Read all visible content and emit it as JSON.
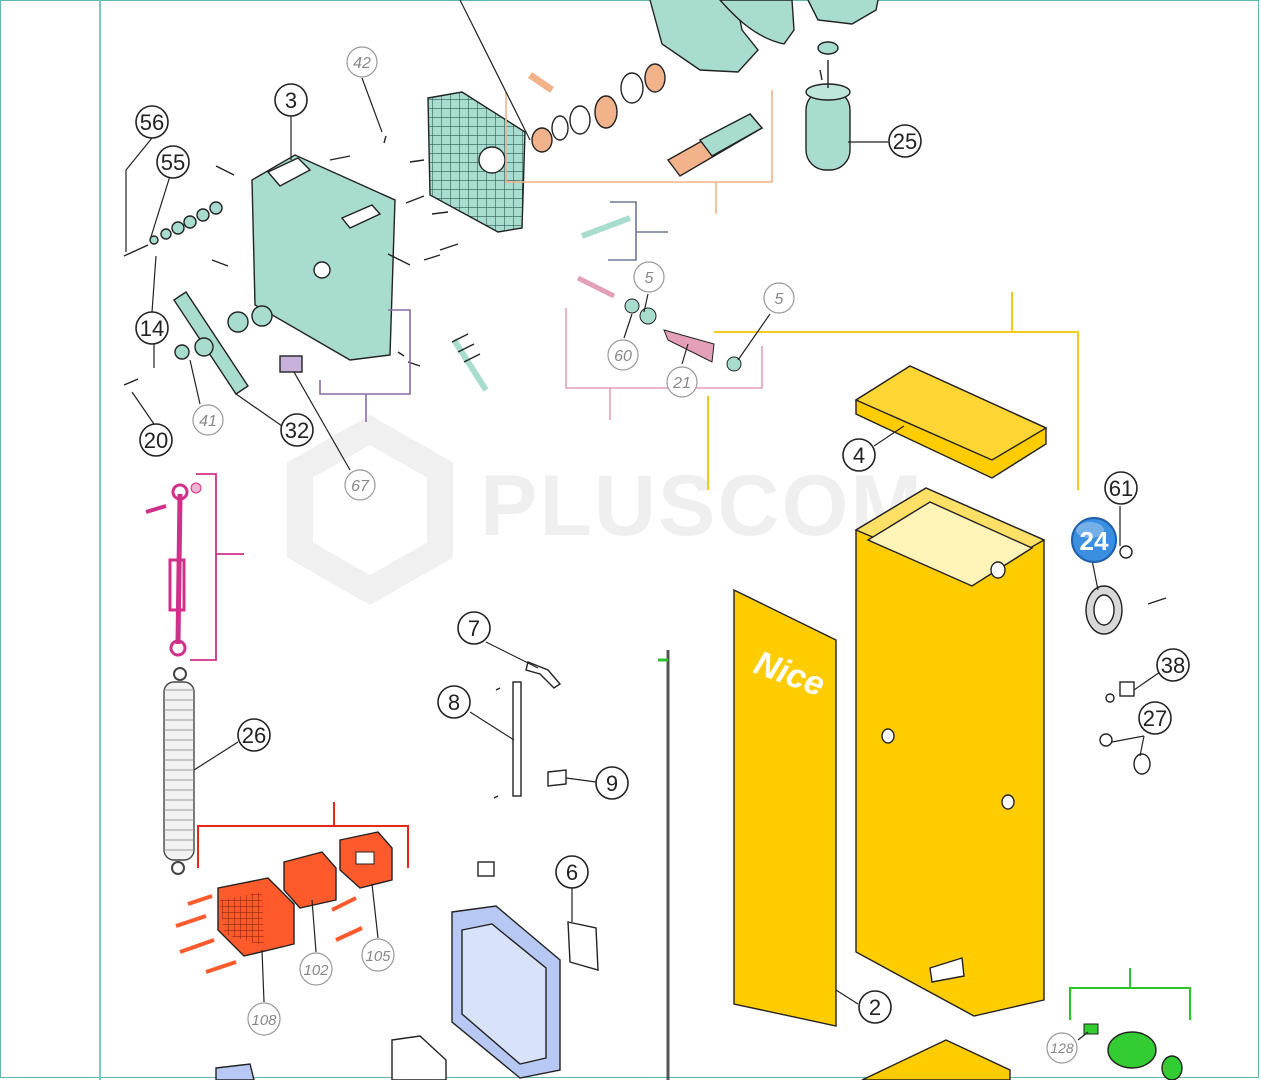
{
  "watermark": "PLUSCOM",
  "brand": "Nice",
  "callouts": {
    "c3": "3",
    "c56": "56",
    "c55": "55",
    "c14": "14",
    "c20": "20",
    "c41": "41",
    "c32": "32",
    "c67": "67",
    "c42": "42",
    "c25": "25",
    "c5a": "5",
    "c5b": "5",
    "c60": "60",
    "c21": "21",
    "c4": "4",
    "c61": "61",
    "c24": "24",
    "c38": "38",
    "c27": "27",
    "c7": "7",
    "c8": "8",
    "c9": "9",
    "c26": "26",
    "c6": "6",
    "c2": "2",
    "c102": "102",
    "c105": "105",
    "c108": "108",
    "c128": "128"
  },
  "colors": {
    "mint": "#a8dccf",
    "yellow": "#ffcc00",
    "red_part": "#ff5a2b",
    "blue_part": "#b8c8f4",
    "green_part": "#33cc33",
    "bracket_peach": "#f2b28a",
    "bracket_slate": "#6b7a99",
    "bracket_pink": "#e4a0b8",
    "bracket_yellow": "#f2c500",
    "bracket_purple": "#8b6aa8",
    "bracket_magenta": "#d0308a",
    "bracket_red": "#e8261c",
    "bracket_green": "#2bc42b",
    "accent_blue": "#3a8fe0"
  }
}
